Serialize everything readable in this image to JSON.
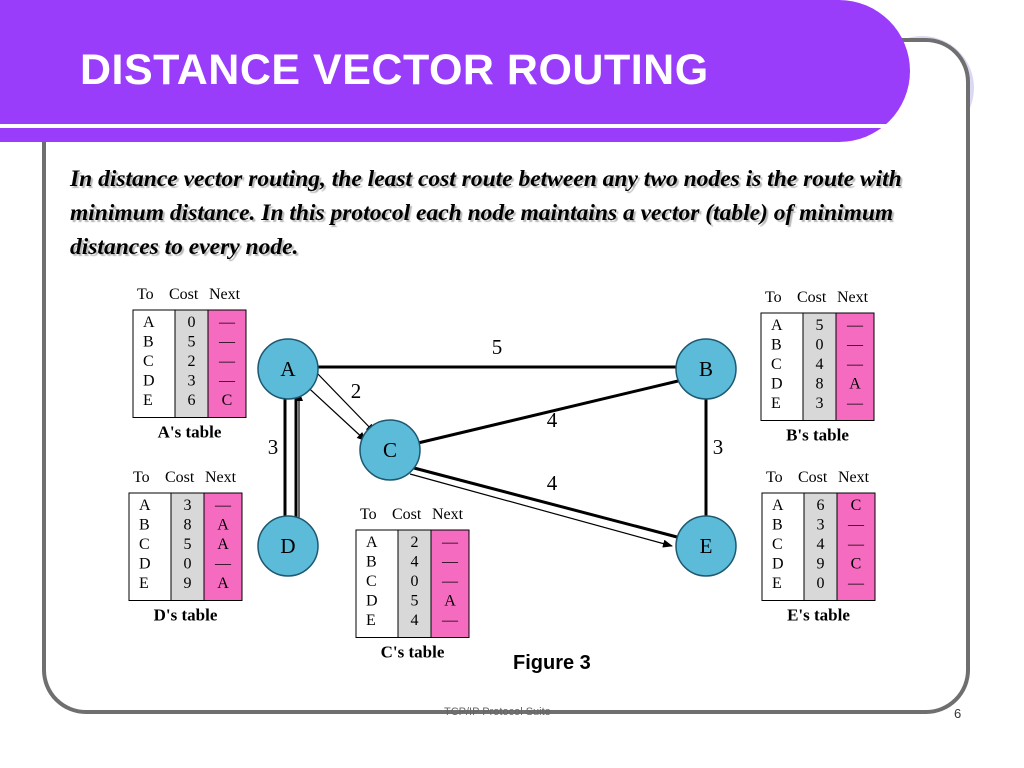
{
  "slide": {
    "title": "DISTANCE VECTOR ROUTING",
    "body": "In distance vector routing, the least cost route between any two nodes is the route with minimum distance. In this protocol each node maintains a vector (table) of minimum distances to every node.",
    "caption": "Figure 3",
    "footer": "TCP/IP Protocol Suite",
    "page_number": "6"
  },
  "diagram": {
    "colors": {
      "node_fill": "#5bbbd8",
      "cost_fill": "#d8d8d8",
      "next_fill": "#f56bbf",
      "title_bar": "#9a3dfb"
    },
    "nodes": [
      "A",
      "B",
      "C",
      "D",
      "E"
    ],
    "links": [
      {
        "from": "A",
        "to": "B",
        "cost": "5"
      },
      {
        "from": "A",
        "to": "C",
        "cost": "2"
      },
      {
        "from": "A",
        "to": "D",
        "cost": "3"
      },
      {
        "from": "B",
        "to": "C",
        "cost": "4"
      },
      {
        "from": "B",
        "to": "E",
        "cost": "3"
      },
      {
        "from": "C",
        "to": "E",
        "cost": "4"
      }
    ],
    "column_headers": [
      "To",
      "Cost",
      "Next"
    ],
    "tables": {
      "A": {
        "caption": "A's table",
        "rows": [
          [
            "A",
            "0",
            "—"
          ],
          [
            "B",
            "5",
            "—"
          ],
          [
            "C",
            "2",
            "—"
          ],
          [
            "D",
            "3",
            "—"
          ],
          [
            "E",
            "6",
            "C"
          ]
        ]
      },
      "B": {
        "caption": "B's table",
        "rows": [
          [
            "A",
            "5",
            "—"
          ],
          [
            "B",
            "0",
            "—"
          ],
          [
            "C",
            "4",
            "—"
          ],
          [
            "D",
            "8",
            "A"
          ],
          [
            "E",
            "3",
            "—"
          ]
        ]
      },
      "C": {
        "caption": "C's table",
        "rows": [
          [
            "A",
            "2",
            "—"
          ],
          [
            "B",
            "4",
            "—"
          ],
          [
            "C",
            "0",
            "—"
          ],
          [
            "D",
            "5",
            "A"
          ],
          [
            "E",
            "4",
            "—"
          ]
        ]
      },
      "D": {
        "caption": "D's table",
        "rows": [
          [
            "A",
            "3",
            "—"
          ],
          [
            "B",
            "8",
            "A"
          ],
          [
            "C",
            "5",
            "A"
          ],
          [
            "D",
            "0",
            "—"
          ],
          [
            "E",
            "9",
            "A"
          ]
        ]
      },
      "E": {
        "caption": "E's table",
        "rows": [
          [
            "A",
            "6",
            "C"
          ],
          [
            "B",
            "3",
            "—"
          ],
          [
            "C",
            "4",
            "—"
          ],
          [
            "D",
            "9",
            "C"
          ],
          [
            "E",
            "0",
            "—"
          ]
        ]
      }
    }
  }
}
